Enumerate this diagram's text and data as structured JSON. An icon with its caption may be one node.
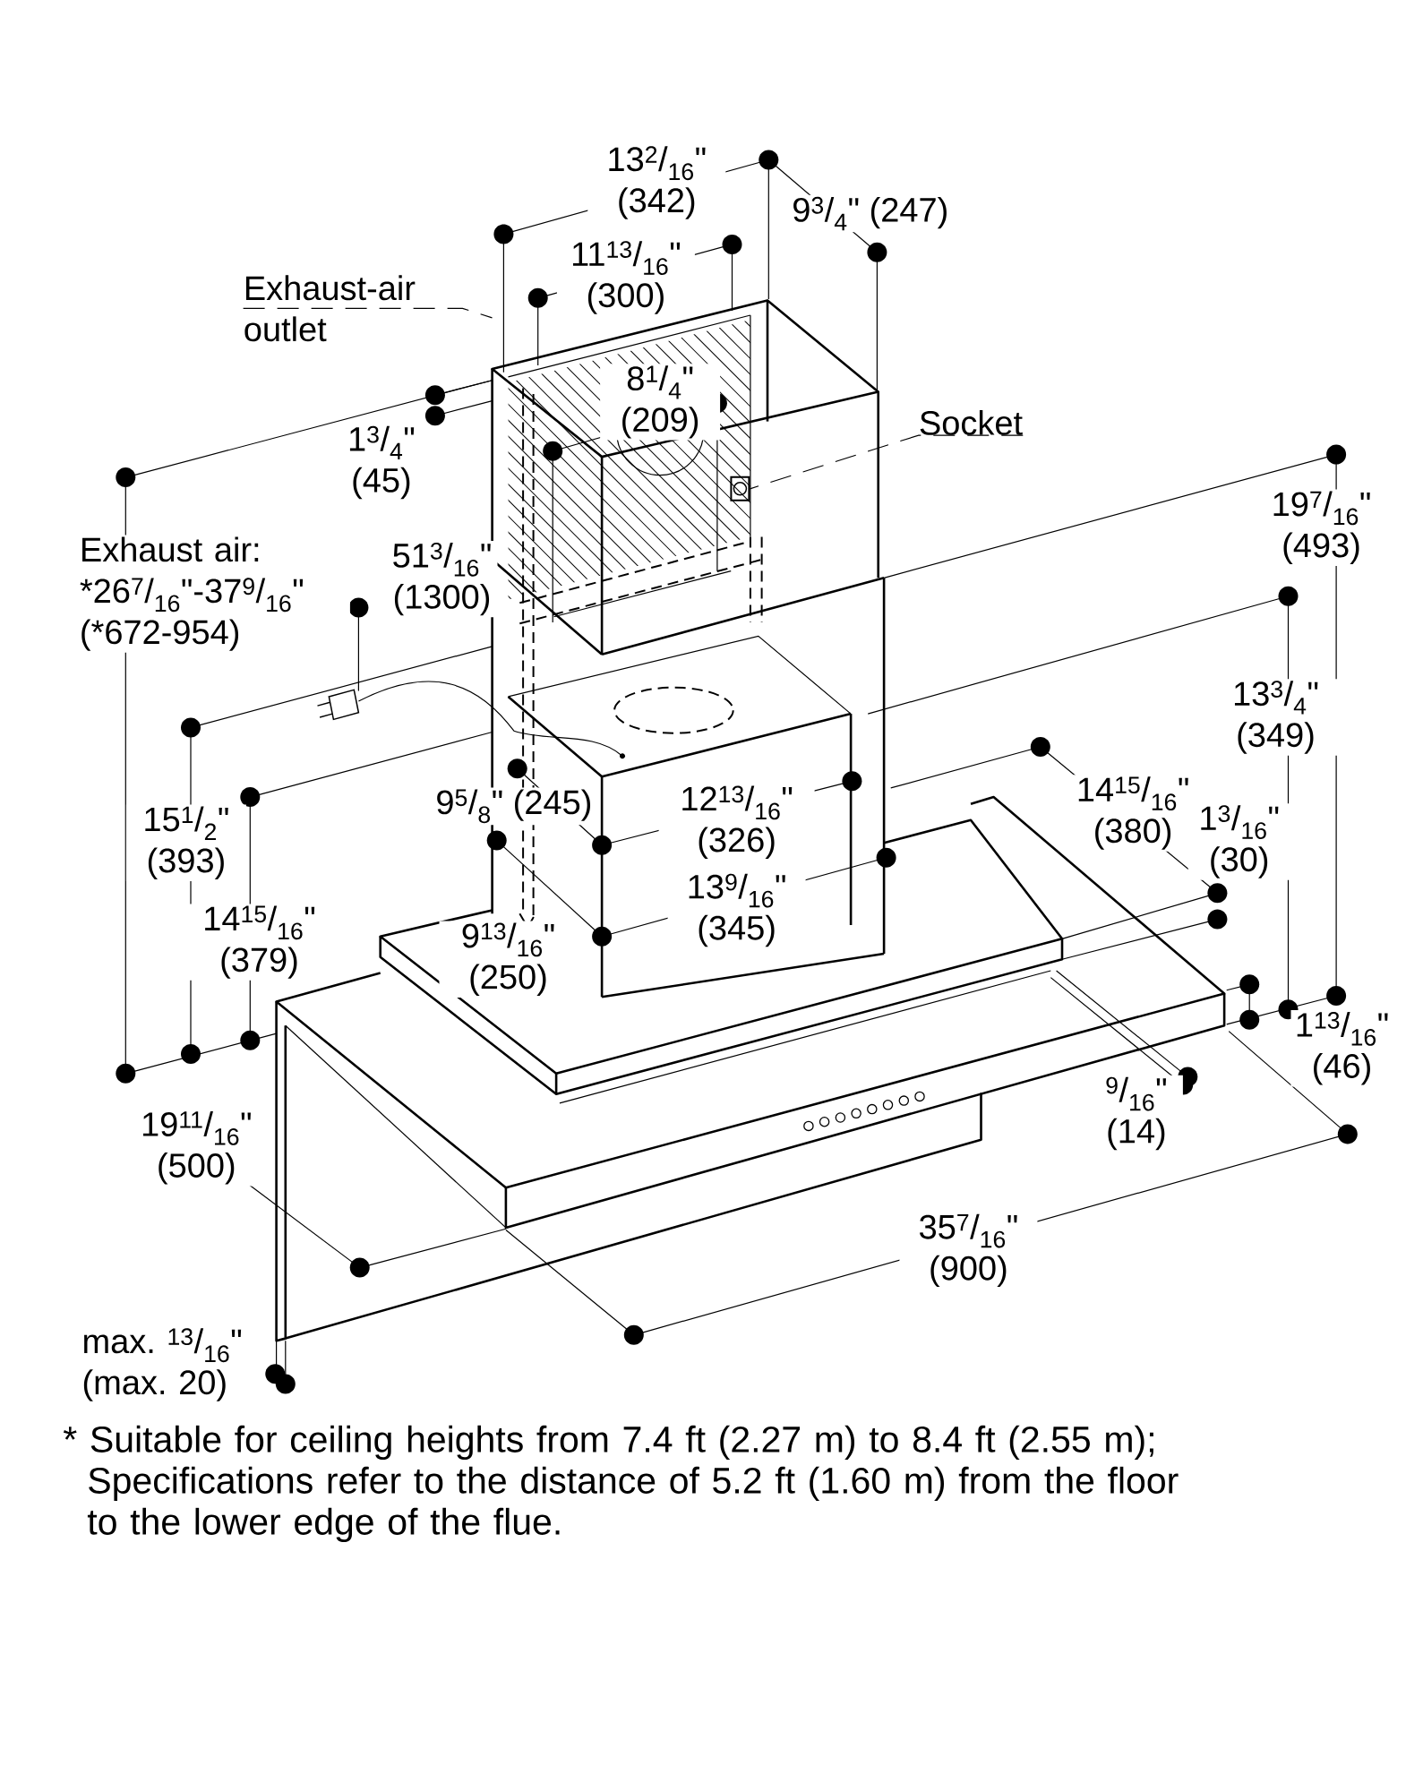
{
  "diagram": {
    "caption": "* Suitable for ceiling heights from 7.4 ft (2.27 m) to 8.4 ft (2.55 m); Specifications refer to the distance of 5.2 ft (1.60 m) from the floor to the lower edge of the flue.",
    "nodes": [
      {
        "text": [
          "Exhaust-air outlet"
        ]
      },
      {
        "text": [
          "Socket"
        ]
      },
      {
        "text": [],
        "shape": "box"
      },
      {
        "text": [],
        "shape": "box"
      }
    ],
    "edges": [
      {
        "from": 0,
        "to": 2,
        "arrow": "none",
        "style": "dashed"
      },
      {
        "from": 1,
        "to": 3,
        "arrow": "none",
        "style": "dashed"
      }
    ],
    "labels": [
      "13$^{2}$/$_{16}$\" (342)",
      "9$^{3}$/$_{4}$\" (247)",
      "11$^{13}$/$_{16}$\" (300)",
      "8$^{1}$/$_{4}$\" (209)",
      "1$^{3}$/$_{4}$\" (45)",
      "19$^{7}$/$_{16}$\" (493)",
      "Exhaust air: *26$^{7}$/$_{16}$\"-37$^{9}$/$_{16}$\" (*672-954)",
      "51$^{3}$/$_{16}$\" (1300)",
      "13$^{3}$/$_{4}$\" (349)",
      "15$^{1}$/$_{2}$\" (393)",
      "9$^{5}$/$_{8}$\" (245)",
      "12$^{13}$/$_{16}$\" (326)",
      "14$^{15}$/$_{16}$\" (380)",
      "1$^{3}$/$_{16}$\" (30)",
      "14$^{15}$/$_{16}$\" (379)",
      "13$^{9}$/$_{16}$\" (345)",
      "9$^{13}$/$_{16}$\" (250)",
      "1$^{13}$/$_{16}$\" (46)",
      "$^{9}$/$_{16}$\" (14)",
      "19$^{11}$/$_{16}$\" (500)",
      "35$^{7}$/$_{16}$\" (900)",
      "max. $^{13}$/$_{16}$\" (max. 20)"
    ]
  }
}
